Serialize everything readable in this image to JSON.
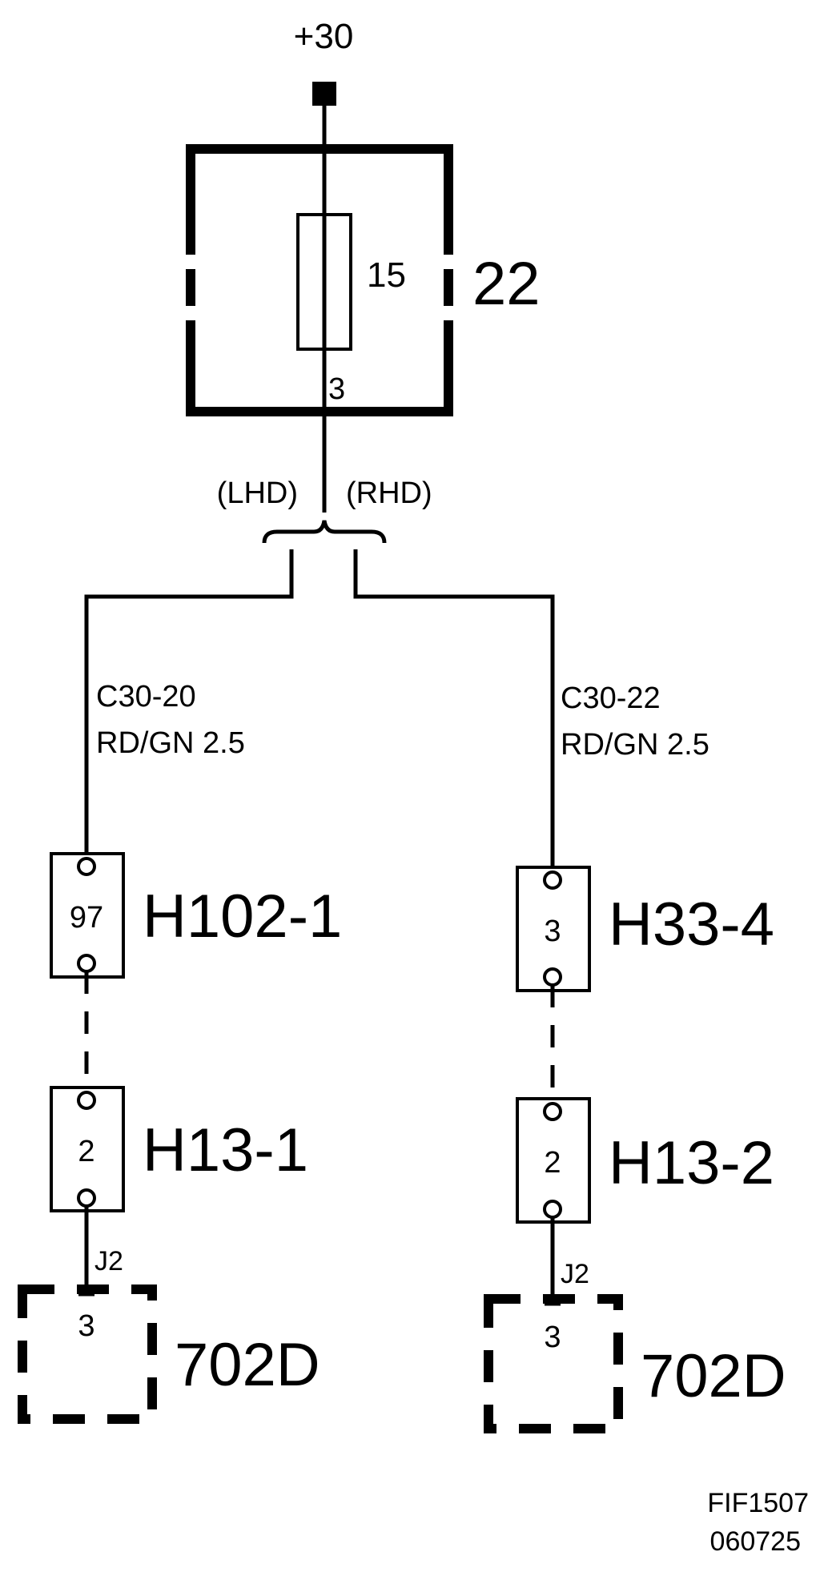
{
  "supply": {
    "label": "+30"
  },
  "fuse_box": {
    "id": "22",
    "fuse_rating": "15",
    "output_pin": "3"
  },
  "variants": {
    "left": "(LHD)",
    "right": "(RHD)"
  },
  "left_branch": {
    "wire_code": "C30-20",
    "wire_spec": "RD/GN 2.5",
    "connector_top": {
      "id": "H102-1",
      "pin": "97"
    },
    "connector_bottom": {
      "id": "H13-1",
      "pin": "2"
    },
    "junction": "J2",
    "device": {
      "id": "702D",
      "pin": "3"
    }
  },
  "right_branch": {
    "wire_code": "C30-22",
    "wire_spec": "RD/GN 2.5",
    "connector_top": {
      "id": "H33-4",
      "pin": "3"
    },
    "connector_bottom": {
      "id": "H13-2",
      "pin": "2"
    },
    "junction": "J2",
    "device": {
      "id": "702D",
      "pin": "3"
    }
  },
  "reference": {
    "code": "FIF1507",
    "date": "060725"
  }
}
